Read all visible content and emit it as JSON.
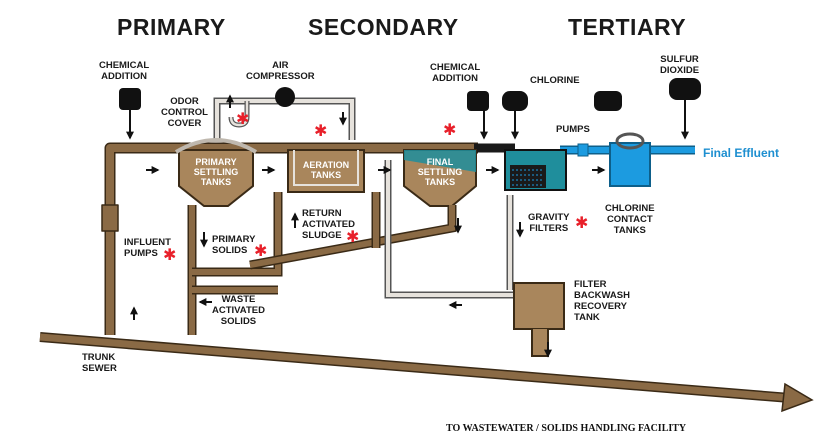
{
  "stages": {
    "primary": "PRIMARY",
    "secondary": "SECONDARY",
    "tertiary": "TERTIARY"
  },
  "labels": {
    "chemical_addition_left": "CHEMICAL\nADDITION",
    "odor_control_cover": "ODOR\nCONTROL\nCOVER",
    "air_compressor": "AIR\nCOMPRESSOR",
    "chemical_addition_right": "CHEMICAL\nADDITION",
    "chlorine": "CHLORINE",
    "sulfur_dioxide": "SULFUR\nDIOXIDE",
    "pumps": "PUMPS",
    "primary_settling_tanks": "PRIMARY\nSETTLING\nTANKS",
    "aeration_tanks": "AERATION\nTANKS",
    "final_settling_tanks": "FINAL\nSETTLING\nTANKS",
    "influent_pumps": "INFLUENT\nPUMPS",
    "primary_solids": "PRIMARY\nSOLIDS",
    "return_activated_sludge": "RETURN\nACTIVATED\nSLUDGE",
    "waste_activated_solids": "WASTE\nACTIVATED\nSOLIDS",
    "gravity_filters": "GRAVITY\nFILTERS",
    "chlorine_contact_tanks": "CHLORINE\nCONTACT\nTANKS",
    "filter_backwash_recovery_tank": "FILTER\nBACKWASH\nRECOVERY\nTANK",
    "trunk_sewer": "TRUNK\nSEWER",
    "final_effluent": "Final Effluent",
    "bottom_caption": "TO WASTEWATER / SOLIDS HANDLING FACILITY"
  },
  "colors": {
    "pipe_brown": "#8a6a45",
    "tank_brown": "#a9865c",
    "pipe_gray": "#e6e2dc",
    "water_teal": "#1f8e9c",
    "water_blue": "#1c9be0",
    "tank_black": "#111111",
    "marker_red": "#e8202a",
    "effluent_blue": "#1e8fd0"
  }
}
